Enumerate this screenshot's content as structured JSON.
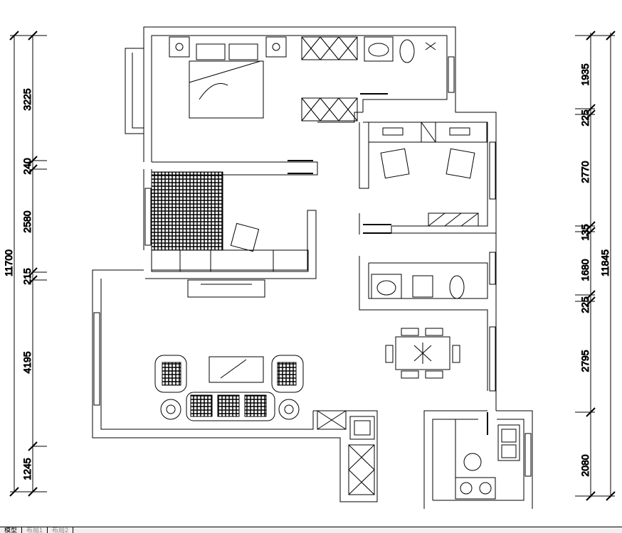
{
  "dimensions": {
    "left_total": "11700",
    "left": [
      "3225",
      "240",
      "2580",
      "215",
      "4195",
      "1245"
    ],
    "right_total": "11845",
    "right": [
      "1935",
      "225",
      "2770",
      "135",
      "1680",
      "225",
      "2795",
      "2080"
    ]
  },
  "tabs": [
    "模型",
    "布局1",
    "布局2"
  ],
  "colors": {
    "line": "#000000",
    "background": "#ffffff"
  }
}
